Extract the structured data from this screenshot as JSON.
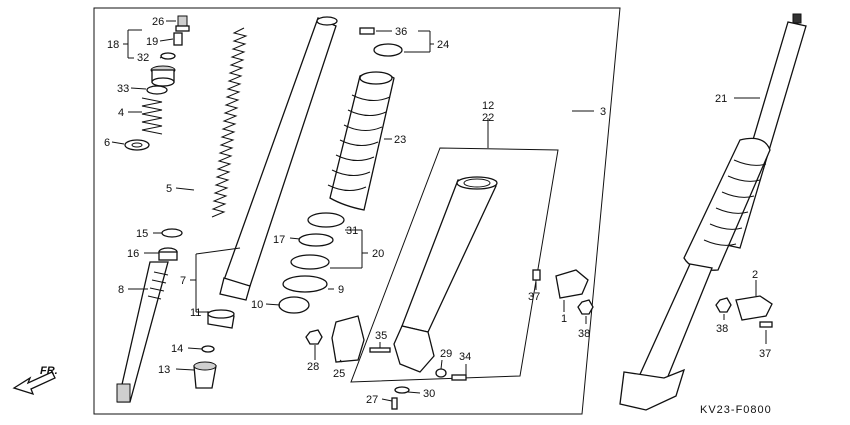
{
  "diagram": {
    "code": "KV23-F0800",
    "direction_label": "FR."
  },
  "callouts": [
    {
      "key": "c26",
      "label": "26"
    },
    {
      "key": "c19",
      "label": "19"
    },
    {
      "key": "c18",
      "label": "18"
    },
    {
      "key": "c32",
      "label": "32"
    },
    {
      "key": "c33",
      "label": "33"
    },
    {
      "key": "c4",
      "label": "4"
    },
    {
      "key": "c6",
      "label": "6"
    },
    {
      "key": "c5",
      "label": "5"
    },
    {
      "key": "c15",
      "label": "15"
    },
    {
      "key": "c16",
      "label": "16"
    },
    {
      "key": "c8",
      "label": "8"
    },
    {
      "key": "c7",
      "label": "7"
    },
    {
      "key": "c11",
      "label": "11"
    },
    {
      "key": "c14",
      "label": "14"
    },
    {
      "key": "c13",
      "label": "13"
    },
    {
      "key": "c36",
      "label": "36"
    },
    {
      "key": "c24",
      "label": "24"
    },
    {
      "key": "c23",
      "label": "23"
    },
    {
      "key": "c17",
      "label": "17"
    },
    {
      "key": "c31",
      "label": "31"
    },
    {
      "key": "c20",
      "label": "20"
    },
    {
      "key": "c9",
      "label": "9"
    },
    {
      "key": "c10",
      "label": "10"
    },
    {
      "key": "c12",
      "label": "12"
    },
    {
      "key": "c22",
      "label": "22"
    },
    {
      "key": "c3",
      "label": "3"
    },
    {
      "key": "c28",
      "label": "28"
    },
    {
      "key": "c25",
      "label": "25"
    },
    {
      "key": "c35",
      "label": "35"
    },
    {
      "key": "c29",
      "label": "29"
    },
    {
      "key": "c34",
      "label": "34"
    },
    {
      "key": "c30",
      "label": "30"
    },
    {
      "key": "c27",
      "label": "27"
    },
    {
      "key": "c37a",
      "label": "37"
    },
    {
      "key": "c1",
      "label": "1"
    },
    {
      "key": "c38a",
      "label": "38"
    },
    {
      "key": "c21",
      "label": "21"
    },
    {
      "key": "c2",
      "label": "2"
    },
    {
      "key": "c38b",
      "label": "38"
    },
    {
      "key": "c37b",
      "label": "37"
    }
  ]
}
